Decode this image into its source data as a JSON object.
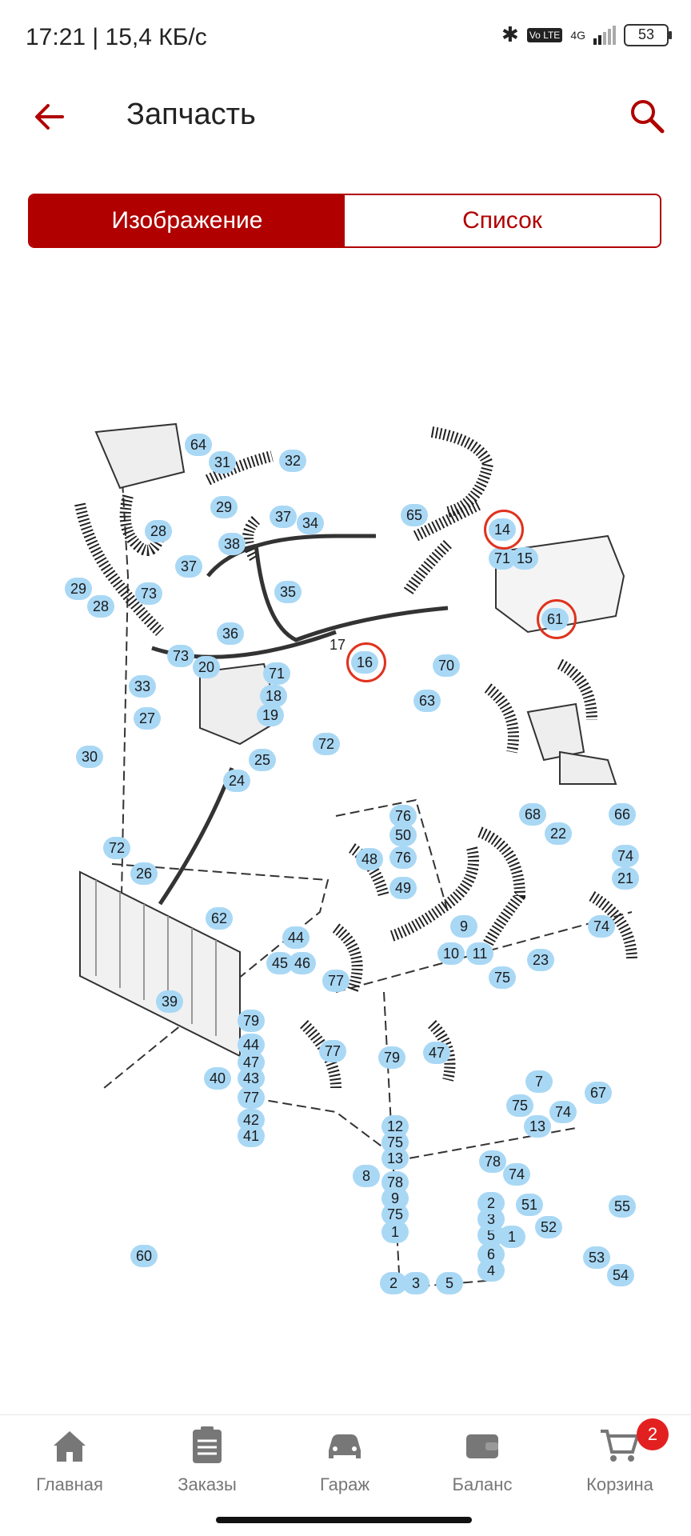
{
  "status": {
    "time": "17:21 | 15,4 КБ/с",
    "volte": "Vo LTE",
    "network": "4G",
    "battery": "53"
  },
  "appbar": {
    "title": "Запчасть"
  },
  "tabs": [
    {
      "label": "Изображение",
      "active": true
    },
    {
      "label": "Список",
      "active": false
    }
  ],
  "diagram": {
    "bubbles": [
      "64",
      "31",
      "32",
      "29",
      "28",
      "37",
      "38",
      "34",
      "65",
      "29",
      "28",
      "73",
      "37",
      "35",
      "73",
      "33",
      "36",
      "20",
      "71",
      "18",
      "19",
      "27",
      "30",
      "24",
      "25",
      "72",
      "72",
      "26",
      "62",
      "70",
      "63",
      "71",
      "15",
      "68",
      "66",
      "76",
      "50",
      "76",
      "49",
      "48",
      "22",
      "74",
      "21",
      "74",
      "23",
      "9",
      "10",
      "11",
      "75",
      "39",
      "44",
      "45",
      "46",
      "77",
      "79",
      "44",
      "47",
      "43",
      "40",
      "77",
      "42",
      "41",
      "77",
      "79",
      "47",
      "75",
      "7",
      "60",
      "12",
      "75",
      "13",
      "8",
      "78",
      "9",
      "75",
      "1",
      "2",
      "3",
      "4",
      "5",
      "6",
      "5",
      "3",
      "2",
      "1",
      "13",
      "74",
      "67",
      "78",
      "74",
      "51",
      "55",
      "52",
      "53",
      "54",
      "14",
      "16",
      "61"
    ],
    "plain_labels": [
      "17"
    ],
    "highlighted": [
      "14",
      "16",
      "61"
    ]
  },
  "nav": [
    {
      "label": "Главная",
      "icon": "home-icon"
    },
    {
      "label": "Заказы",
      "icon": "orders-icon"
    },
    {
      "label": "Гараж",
      "icon": "car-icon"
    },
    {
      "label": "Баланс",
      "icon": "wallet-icon"
    },
    {
      "label": "Корзина",
      "icon": "cart-icon",
      "badge": "2"
    }
  ],
  "colors": {
    "accent": "#b00000",
    "bubble": "#a9d8f5",
    "highlight": "#e0321e"
  }
}
